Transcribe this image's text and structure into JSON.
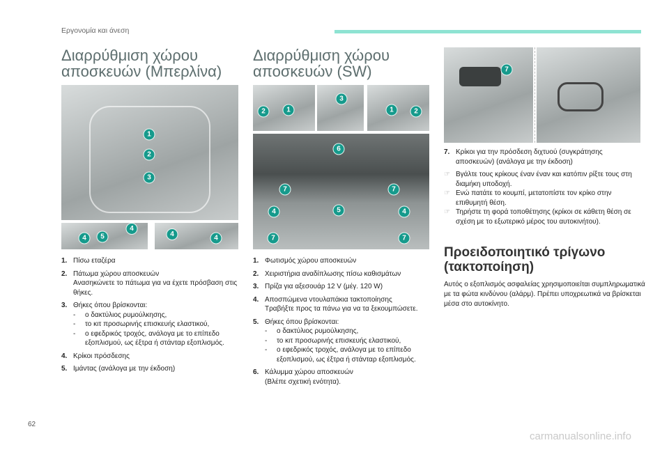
{
  "header": {
    "section": "Εργονομία και άνεση",
    "accent_color": "#8ee3d2"
  },
  "berlina": {
    "title_1": "Διαρρύθμιση χώρου",
    "title_2": "αποσκευών (Μπερλίνα)",
    "fig_main_markers": [
      "1",
      "2",
      "3"
    ],
    "fig_small_left_markers": [
      "5",
      "4",
      "4"
    ],
    "fig_small_right_markers": [
      "4",
      "4"
    ],
    "items": [
      {
        "num": "1.",
        "text": "Πίσω εταζέρα"
      },
      {
        "num": "2.",
        "text": "Πάτωμα χώρου αποσκευών",
        "extra": "Ανασηκώνετε το πάτωμα για να έχετε πρόσβαση στις θήκες."
      },
      {
        "num": "3.",
        "text": "Θήκες όπου βρίσκονται:",
        "subs": [
          "ο δακτύλιος ρυμούλκησης,",
          "το κιτ προσωρινής επισκευής ελαστικού,",
          "ο εφεδρικός τροχός, ανάλογα με το επίπεδο εξοπλισμού, ως έξτρα ή στάνταρ εξοπλισμός."
        ]
      },
      {
        "num": "4.",
        "text": "Κρίκοι πρόσδεσης"
      },
      {
        "num": "5.",
        "text": "Ιμάντας (ανάλογα με την έκδοση)"
      }
    ]
  },
  "sw": {
    "title_1": "Διαρρύθμιση χώρου",
    "title_2": "αποσκευών (SW)",
    "fig1_markers": [
      "2",
      "1"
    ],
    "fig2_markers": [
      "3"
    ],
    "fig3_markers": [
      "1",
      "2"
    ],
    "fig_main_markers": [
      "6",
      "7",
      "4",
      "7",
      "5",
      "7",
      "4",
      "7"
    ],
    "items": [
      {
        "num": "1.",
        "text": "Φωτισμός χώρου αποσκευών"
      },
      {
        "num": "2.",
        "text": "Χειριστήρια αναδίπλωσης πίσω καθισμάτων"
      },
      {
        "num": "3.",
        "text": "Πρίζα για αξεσουάρ 12 V (μέγ. 120 W)"
      },
      {
        "num": "4.",
        "text": "Αποσπώμενα ντουλαπάκια τακτοποίησης",
        "extra": "Τραβήξτε προς τα πάνω για να τα ξεκουμπώσετε."
      },
      {
        "num": "5.",
        "text": "Θήκες όπου βρίσκονται:",
        "subs": [
          "ο δακτύλιος ρυμούλκησης,",
          "το κιτ προσωρινής επισκευής ελαστικού,",
          "ο εφεδρικός τροχός, ανάλογα με το επίπεδο εξοπλισμού, ως έξτρα ή στάνταρ εξοπλισμός."
        ]
      },
      {
        "num": "6.",
        "text": "Κάλυμμα χώρου αποσκευών",
        "extra": "(Βλέπε σχετική ενότητα)."
      }
    ]
  },
  "right": {
    "fig_markers": [
      "7"
    ],
    "item7": {
      "num": "7.",
      "text": "Κρίκοι για την πρόσδεση διχτυού (συγκράτησης αποσκευών) (ανάλογα με την έκδοση)"
    },
    "bullets": [
      "Βγάλτε τους κρίκους έναν έναν και κατόπιν ρίξτε τους στη διαμήκη υποδοχή.",
      "Ενώ πατάτε το κουμπί, μετατοπίστε τον κρίκο στην επιθυμητή θέση.",
      "Τηρήστε τη φορά τοποθέτησης (κρίκοι σε κάθετη θέση σε σχέση με το εξωτερικό μέρος του αυτοκινήτου)."
    ],
    "bullet_icon": "☞",
    "heading_1": "Προειδοποιητικό τρίγωνο",
    "heading_2": "(τακτοποίηση)",
    "paragraph": "Αυτός ο εξοπλισμός ασφαλείας χρησιμοποιείται συμπληρωματικά με τα φώτα κινδύνου (αλάρμ). Πρέπει υποχρεωτικά να βρίσκεται μέσα στο αυτοκίνητο."
  },
  "footer": {
    "page_number": "62",
    "watermark": "carmanualsonline.info"
  }
}
